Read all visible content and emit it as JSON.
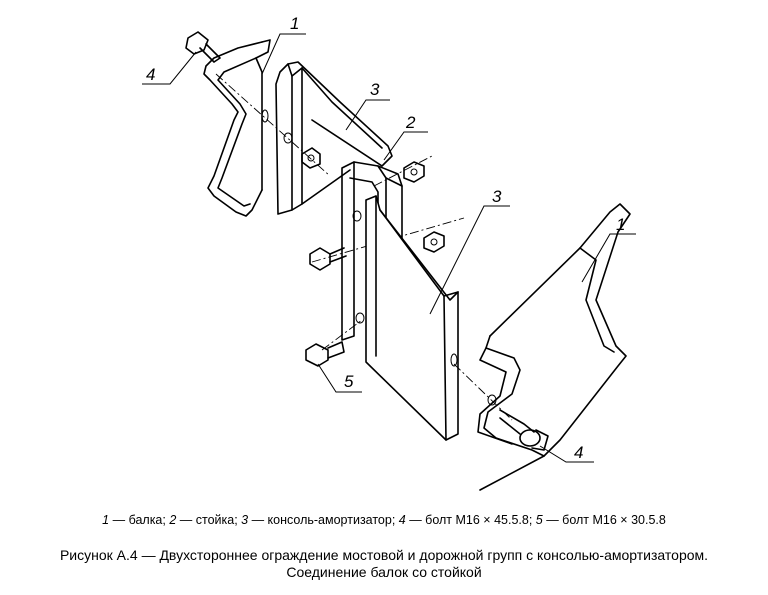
{
  "callouts": {
    "beam_top": "1",
    "beam_bottom": "1",
    "post": "2",
    "console_top": "3",
    "console_bottom": "3",
    "bolt_top": "4",
    "bolt_bottom": "4",
    "bolt_small": "5"
  },
  "legend": [
    {
      "num": "1",
      "text": " — балка; "
    },
    {
      "num": "2",
      "text": " — стойка; "
    },
    {
      "num": "3",
      "text": " — консоль-амортизатор; "
    },
    {
      "num": "4",
      "text": " — болт М16 × 45.5.8; "
    },
    {
      "num": "5",
      "text": " — болт М16 × 30.5.8"
    }
  ],
  "caption": {
    "line1": "Рисунок А.4 — Двухстороннее ограждение мостовой и дорожной групп с консолью-амортизатором.",
    "line2": "Соединение балок со стойкой"
  }
}
